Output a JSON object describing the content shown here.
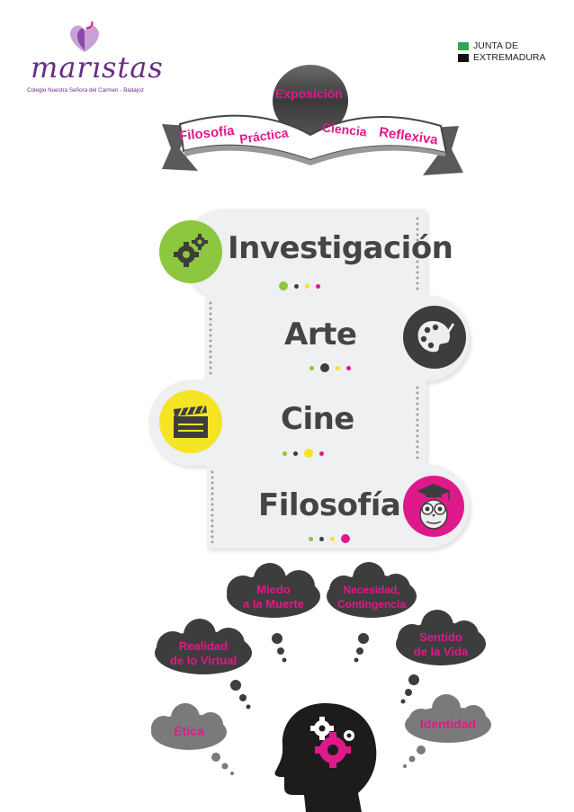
{
  "header": {
    "logo_text": "marıstas",
    "logo_subtitle": "Colegio Nuestra Señora del Carmen - Badajoz",
    "junta_line1": "JUNTA DE",
    "junta_line2": "EXTREMADURA"
  },
  "ribbon": {
    "words": [
      "Exposición",
      "Filosofía",
      "Práctica",
      "Ciencia",
      "Reflexiva"
    ]
  },
  "sections": [
    {
      "title": "Investigación",
      "icon": "gears-icon",
      "color": "#8dc63f"
    },
    {
      "title": "Arte",
      "icon": "palette-icon",
      "color": "#3d3d3d"
    },
    {
      "title": "Cine",
      "icon": "clapperboard-icon",
      "color": "#f5e425"
    },
    {
      "title": "Filosofía",
      "icon": "owl-icon",
      "color": "#e0198a"
    }
  ],
  "thoughts": {
    "miedo": "Miedo",
    "muerte": "a la Muerte",
    "necesidad": "Necesidad,",
    "contingencia": "Contingencia",
    "realidad": "Realidad",
    "virtual": "de lo Virtual",
    "sentido": "Sentido",
    "vida": "de la Vida",
    "etica": "Ética",
    "identidad": "Identidad"
  },
  "colors": {
    "green": "#8dc63f",
    "dark": "#3d3d3d",
    "yellow": "#f5e425",
    "magenta": "#e0198a",
    "card": "#eef0f1"
  }
}
